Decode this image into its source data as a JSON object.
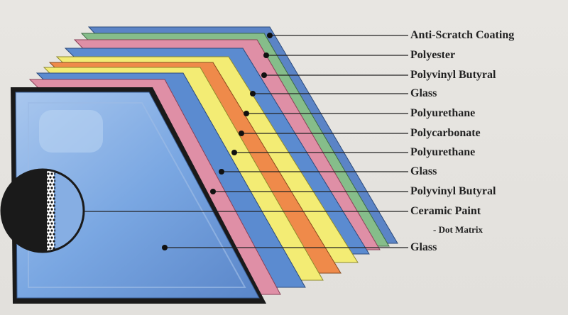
{
  "diagram": {
    "labels": [
      "Anti-Scratch Coating",
      "Polyester",
      "Polyvinyl Butyral",
      "Glass",
      "Polyurethane",
      "Polycarbonate",
      "Polyurethane",
      "Glass",
      "Polyvinyl Butyral",
      "Ceramic Paint",
      "- Dot Matrix",
      "Glass"
    ],
    "colors": {
      "anti_scratch": "#5b84c6",
      "polyester": "#86bd8a",
      "polyvinyl_butyral": "#df8fa6",
      "glass_layer": "#5b8bd0",
      "polyurethane": "#f3ec74",
      "polycarbonate": "#ef8a4a",
      "front_glass": "#7aa7e2",
      "ceramic_border": "#111111"
    }
  }
}
